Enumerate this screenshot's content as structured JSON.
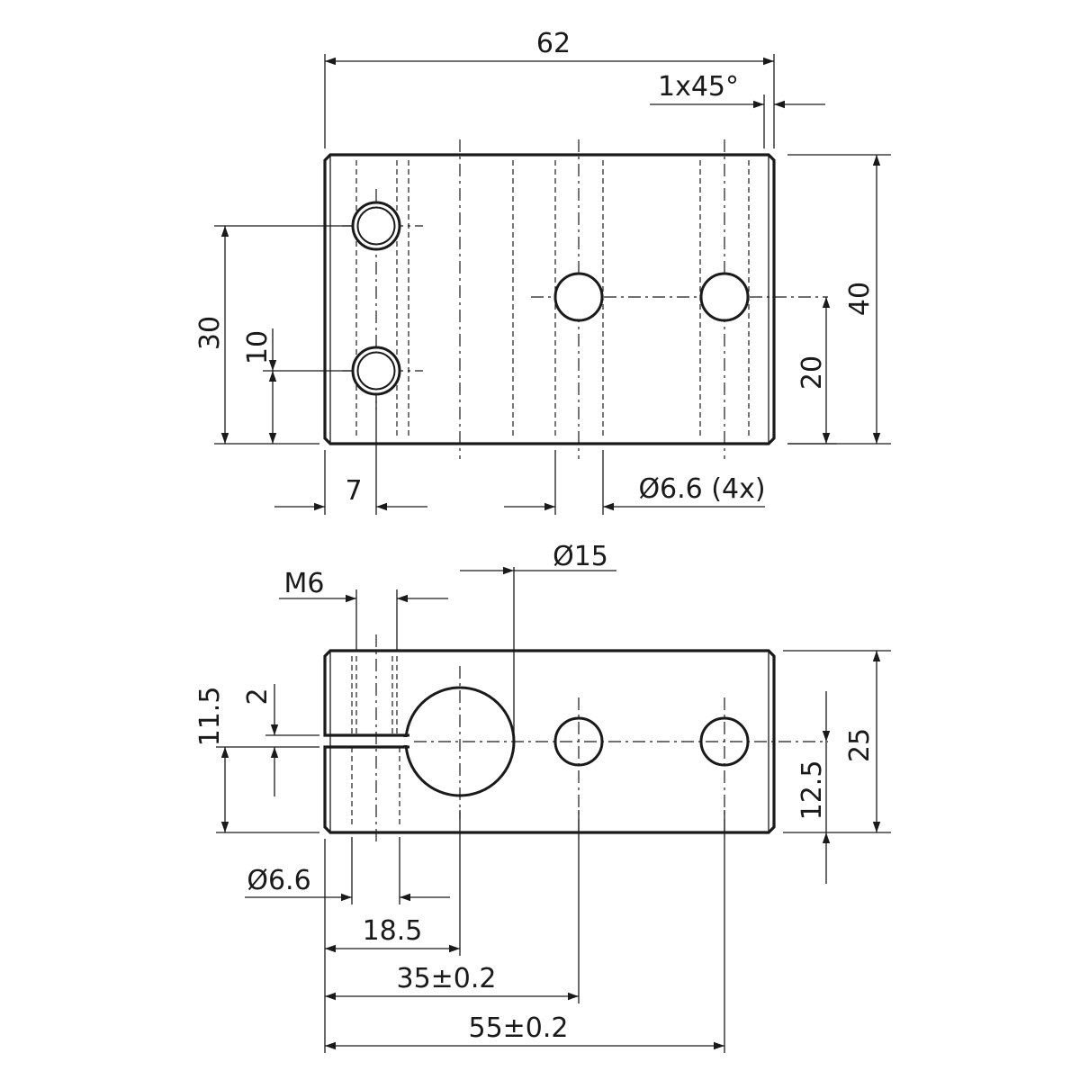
{
  "drawing": {
    "top_view": {
      "dim_length": "62",
      "dim_chamfer": "1x45°",
      "dim_height": "40",
      "dim_slot_pos": "30",
      "dim_hole_pos": "10",
      "dim_center_height": "20",
      "dim_edge_offset": "7",
      "dim_hole_dia": "Ø6.6 (4x)"
    },
    "front_view": {
      "dim_bore": "Ø15",
      "dim_thread": "M6",
      "dim_slot_height": "11.5",
      "dim_slot_width": "2",
      "dim_height": "25",
      "dim_center_height": "12.5",
      "dim_clear_hole": "Ø6.6",
      "dim_bore_pos": "18.5",
      "dim_hole1_pos": "35±0.2",
      "dim_hole2_pos": "55±0.2"
    }
  }
}
